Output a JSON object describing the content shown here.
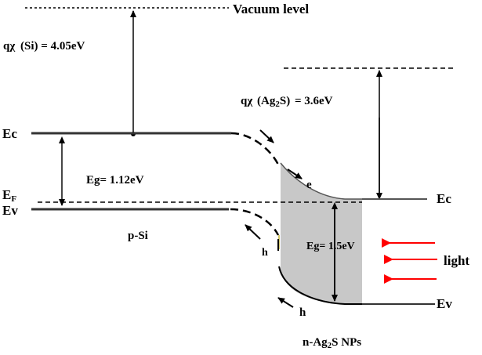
{
  "diagram": {
    "title": "Energy band diagram of p-Si / n-Ag2S NPs heterojunction",
    "labels": {
      "vacuum_level": "Vacuum level",
      "chi_si_prefix": "qχ",
      "chi_si_material": "(Si)",
      "chi_si_value": "= 4.05eV",
      "chi_ag2s_prefix": "qχ",
      "chi_ag2s_material_a": "(Ag",
      "chi_ag2s_material_sub": "2",
      "chi_ag2s_material_b": "S)",
      "chi_ag2s_value": "= 3.6eV",
      "ec_left": "Ec",
      "ef_left_main": "E",
      "ef_left_sub": "F",
      "ev_left": "Ev",
      "eg_si": "Eg= 1.12eV",
      "p_si": "p-Si",
      "electron": "e",
      "hole_upper": "h",
      "hole_lower": "h",
      "eg_ag2s": "Eg= 1.5eV",
      "ec_right": "Ec",
      "ev_right": "Ev",
      "light": "light",
      "n_ag2s_a": "n-Ag",
      "n_ag2s_sub": "2",
      "n_ag2s_b": "S NPs"
    },
    "colors": {
      "line": "#000000",
      "band_fill": "#c8c8c8",
      "light_arrows": "#ff0000",
      "band_edge_tint": "#d4c86a"
    },
    "light_arrow_count": 3
  }
}
